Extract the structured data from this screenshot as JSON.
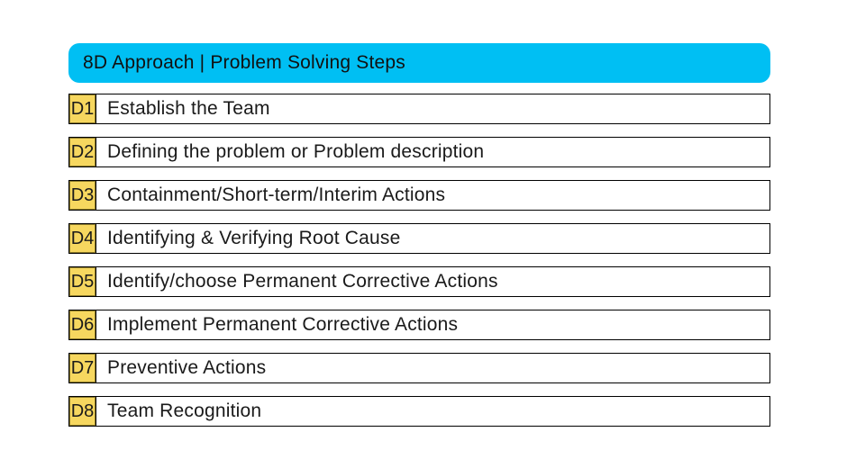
{
  "header": {
    "title": "8D Approach | Problem Solving Steps"
  },
  "steps": [
    {
      "id": "D1",
      "label": "Establish the Team"
    },
    {
      "id": "D2",
      "label": "Defining the problem or Problem description"
    },
    {
      "id": "D3",
      "label": "Containment/Short-term/Interim Actions"
    },
    {
      "id": "D4",
      "label": "Identifying & Verifying Root Cause"
    },
    {
      "id": "D5",
      "label": "Identify/choose Permanent Corrective Actions"
    },
    {
      "id": "D6",
      "label": "Implement Permanent Corrective Actions"
    },
    {
      "id": "D7",
      "label": "Preventive Actions"
    },
    {
      "id": "D8",
      "label": "Team Recognition"
    }
  ],
  "colors": {
    "page_bg": "#FFFFFF",
    "header_bg": "#00BFF3",
    "header_text": "#111111",
    "badge_bg": "#F6D75F",
    "badge_border": "#8B7A2A",
    "row_bg": "#FFFFFF",
    "row_border": "#000000",
    "text": "#1A1A1A"
  }
}
